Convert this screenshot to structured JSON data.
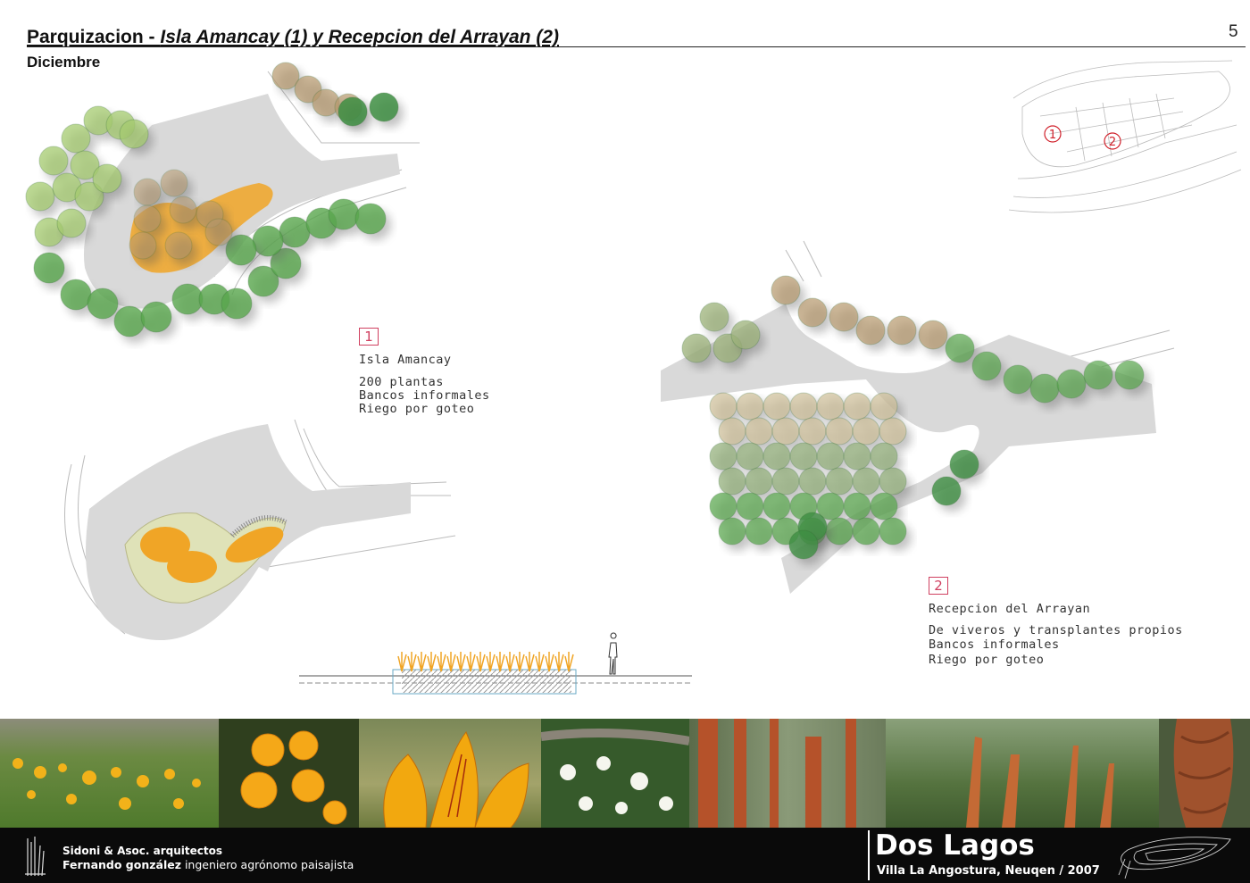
{
  "header": {
    "title_main": "Parquizacion - ",
    "title_italic": "Isla Amancay (1) y Recepcion del Arrayan (2)",
    "month": "Diciembre",
    "page_number": "5"
  },
  "site1": {
    "number": "1",
    "name": "Isla Amancay",
    "lines": [
      "200 plantas",
      "Bancos informales",
      "Riego por goteo"
    ]
  },
  "site2": {
    "number": "2",
    "name": "Recepcion del Arrayan",
    "lines": [
      "De viveros y transplantes propios",
      "Bancos informales",
      "Riego por goteo"
    ]
  },
  "key_map": {
    "markers": [
      "1",
      "2"
    ],
    "marker_color": "#d0202a"
  },
  "photos": [
    {
      "subject": "amancay-field"
    },
    {
      "subject": "amancay-flowers"
    },
    {
      "subject": "amancay-closeup"
    },
    {
      "subject": "white-flowering-shrub"
    },
    {
      "subject": "arrayan-trunks"
    },
    {
      "subject": "arrayan-forest"
    },
    {
      "subject": "arrayan-bark"
    }
  ],
  "footer": {
    "firm_line": "Sidoni & Asoc. arquitectos",
    "author_name": "Fernando gonzález",
    "author_role": " ingeniero agrónomo paisajista",
    "project_name": "Dos Lagos",
    "project_location": "Villa La Angostura, Neuqen / 2007"
  },
  "colors": {
    "paving": "#d9d9d9",
    "tree_light": "#a6cc70",
    "tree_mid": "#5aa84e",
    "tree_dark": "#3f8f43",
    "tree_brown": "#b89a6e",
    "bed_orange": "#f0a526",
    "footer_bg": "#0a0a0a"
  }
}
